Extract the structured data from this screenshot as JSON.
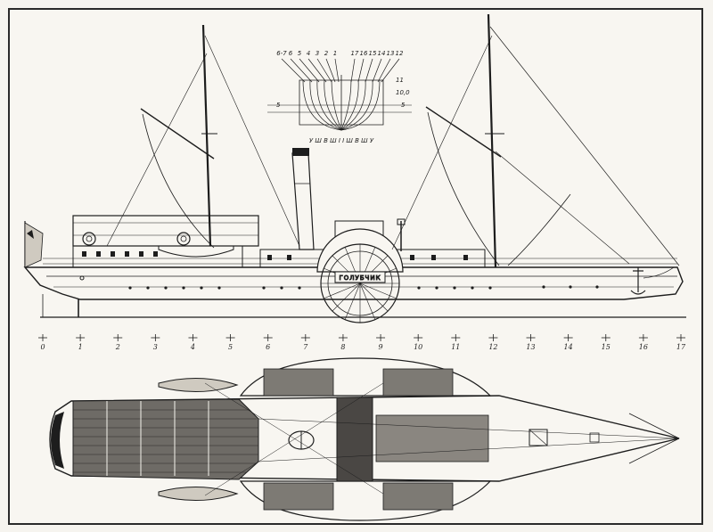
{
  "ship": {
    "name": "ГОЛУБЧИК"
  },
  "body_plan": {
    "left_numbers": [
      "6-7",
      "6",
      "5",
      "4",
      "3",
      "2",
      "1"
    ],
    "right_numbers": [
      "17",
      "16",
      "15",
      "14",
      "13",
      "12"
    ],
    "side_marks": [
      "11",
      "10,0",
      "5",
      "5"
    ],
    "waterline_letters": "У Ш В Ш І  І Ш В Ш У"
  },
  "frame_stations": [
    "0",
    "1",
    "2",
    "3",
    "4",
    "5",
    "6",
    "7",
    "8",
    "9",
    "10",
    "11",
    "12",
    "13",
    "14",
    "15",
    "16",
    "17"
  ],
  "colors": {
    "ink": "#1d1d1d",
    "paper": "#f6f4ef",
    "frame": "#2a2a2a"
  }
}
